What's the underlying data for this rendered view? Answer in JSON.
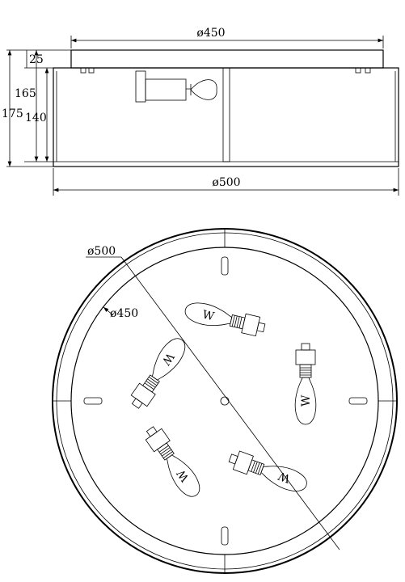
{
  "side_view": {
    "top_plate_diameter": "ø450",
    "shade_diameter": "ø500",
    "plate_height": "25",
    "overall_height_inner": "165",
    "overall_height": "175",
    "shade_height": "140"
  },
  "plan_view": {
    "outer_diameter": "ø500",
    "inner_diameter": "ø450",
    "bulb_marks": [
      "W",
      "W",
      "W",
      "W",
      "W"
    ]
  }
}
